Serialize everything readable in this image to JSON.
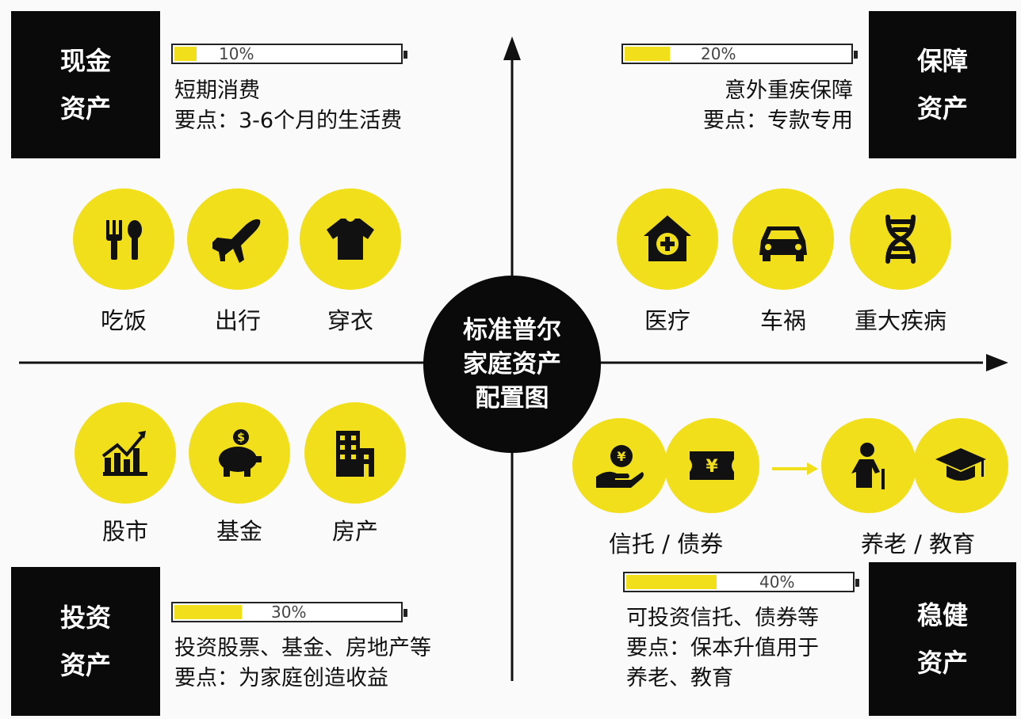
{
  "center": {
    "lines": [
      "标准普尔",
      "家庭资产",
      "配置图"
    ]
  },
  "quadrants": {
    "cash": {
      "title": [
        "现金",
        "资产"
      ],
      "percent": 0.1,
      "percent_label": "10%",
      "desc": [
        "短期消费",
        "要点：3-6个月的生活费"
      ],
      "items": [
        {
          "label": "吃饭",
          "icon": "fork-spoon-icon"
        },
        {
          "label": "出行",
          "icon": "airplane-icon"
        },
        {
          "label": "穿衣",
          "icon": "shirt-icon"
        }
      ]
    },
    "protection": {
      "title": [
        "保障",
        "资产"
      ],
      "percent": 0.2,
      "percent_label": "20%",
      "desc": [
        "意外重疾保障",
        "要点：专款专用"
      ],
      "items": [
        {
          "label": "医疗",
          "icon": "hospital-icon"
        },
        {
          "label": "车祸",
          "icon": "car-icon"
        },
        {
          "label": "重大疾病",
          "icon": "dna-icon"
        }
      ]
    },
    "investment": {
      "title": [
        "投资",
        "资产"
      ],
      "percent": 0.3,
      "percent_label": "30%",
      "desc": [
        "投资股票、基金、房地产等",
        "要点：为家庭创造收益"
      ],
      "items": [
        {
          "label": "股市",
          "icon": "stock-chart-icon"
        },
        {
          "label": "基金",
          "icon": "piggy-bank-icon"
        },
        {
          "label": "房产",
          "icon": "building-icon"
        }
      ]
    },
    "stable": {
      "title": [
        "稳健",
        "资产"
      ],
      "percent": 0.4,
      "percent_label": "40%",
      "desc": [
        "可投资信托、债券等",
        "要点：保本升值用于",
        "养老、教育"
      ],
      "groups": [
        {
          "label": "信托 / 债券",
          "icons": [
            "coin-hand-icon",
            "bond-ticket-icon"
          ]
        },
        {
          "label": "养老 / 教育",
          "icons": [
            "elder-icon",
            "graduation-cap-icon"
          ]
        }
      ]
    }
  },
  "colors": {
    "accent": "#f2df1c",
    "dark": "#0a0a0a"
  }
}
